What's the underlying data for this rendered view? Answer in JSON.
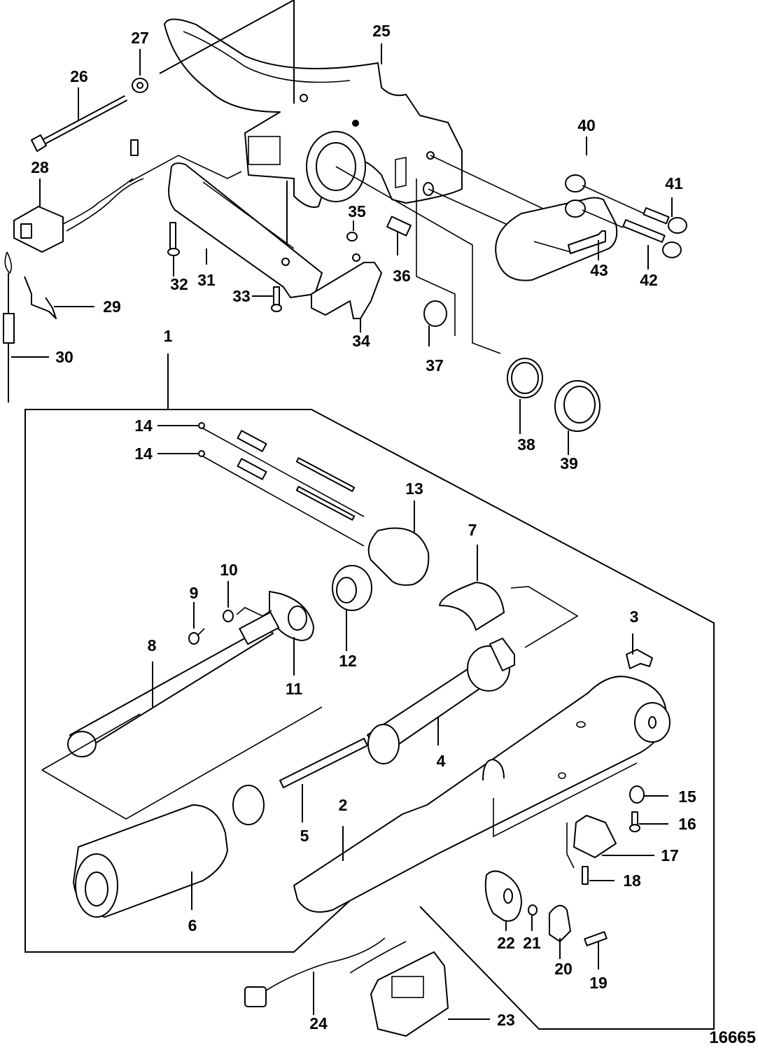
{
  "figure": {
    "title": "Tiller Handle Assembly - Exploded Parts View",
    "figure_number": "16665"
  },
  "callouts": {
    "c1": "1",
    "c2": "2",
    "c3": "3",
    "c4": "4",
    "c5": "5",
    "c6": "6",
    "c7": "7",
    "c8": "8",
    "c9": "9",
    "c10": "10",
    "c11": "11",
    "c12": "12",
    "c13": "13",
    "c14a": "14",
    "c14b": "14",
    "c15": "15",
    "c16": "16",
    "c17": "17",
    "c18": "18",
    "c19": "19",
    "c20": "20",
    "c21": "21",
    "c22": "22",
    "c23": "23",
    "c24": "24",
    "c25": "25",
    "c26": "26",
    "c27": "27",
    "c28": "28",
    "c29": "29",
    "c30": "30",
    "c31": "31",
    "c32": "32",
    "c33": "33",
    "c34": "34",
    "c35": "35",
    "c36": "36",
    "c37": "37",
    "c38": "38",
    "c39": "39",
    "c40": "40",
    "c41": "41",
    "c42": "42",
    "c43": "43"
  },
  "colors": {
    "line": "#000000",
    "background": "#ffffff"
  }
}
